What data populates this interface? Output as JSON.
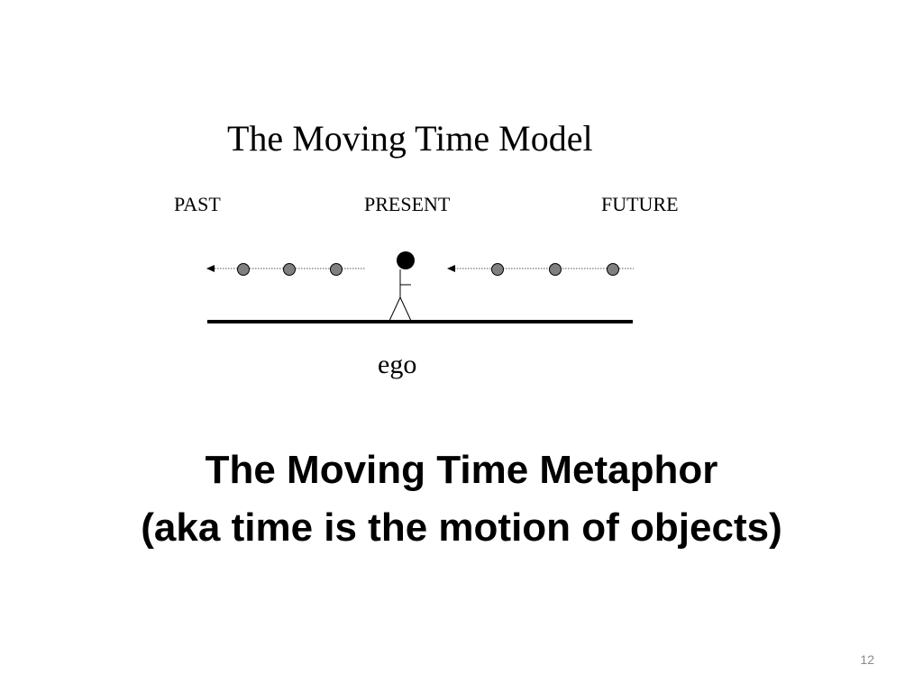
{
  "diagram": {
    "title": "The Moving Time Model",
    "labels": {
      "past": "PAST",
      "present": "PRESENT",
      "future": "FUTURE"
    },
    "ego_label": "ego",
    "past_objects_count": 3,
    "future_objects_count": 3,
    "motion_direction": "left",
    "colors": {
      "line": "#000000",
      "object_fill": "#808080",
      "dotted_line": "#555555"
    }
  },
  "slide": {
    "title_line1": "The Moving Time Metaphor",
    "title_line2": "(aka time is the motion of objects)",
    "page_number": "12"
  }
}
